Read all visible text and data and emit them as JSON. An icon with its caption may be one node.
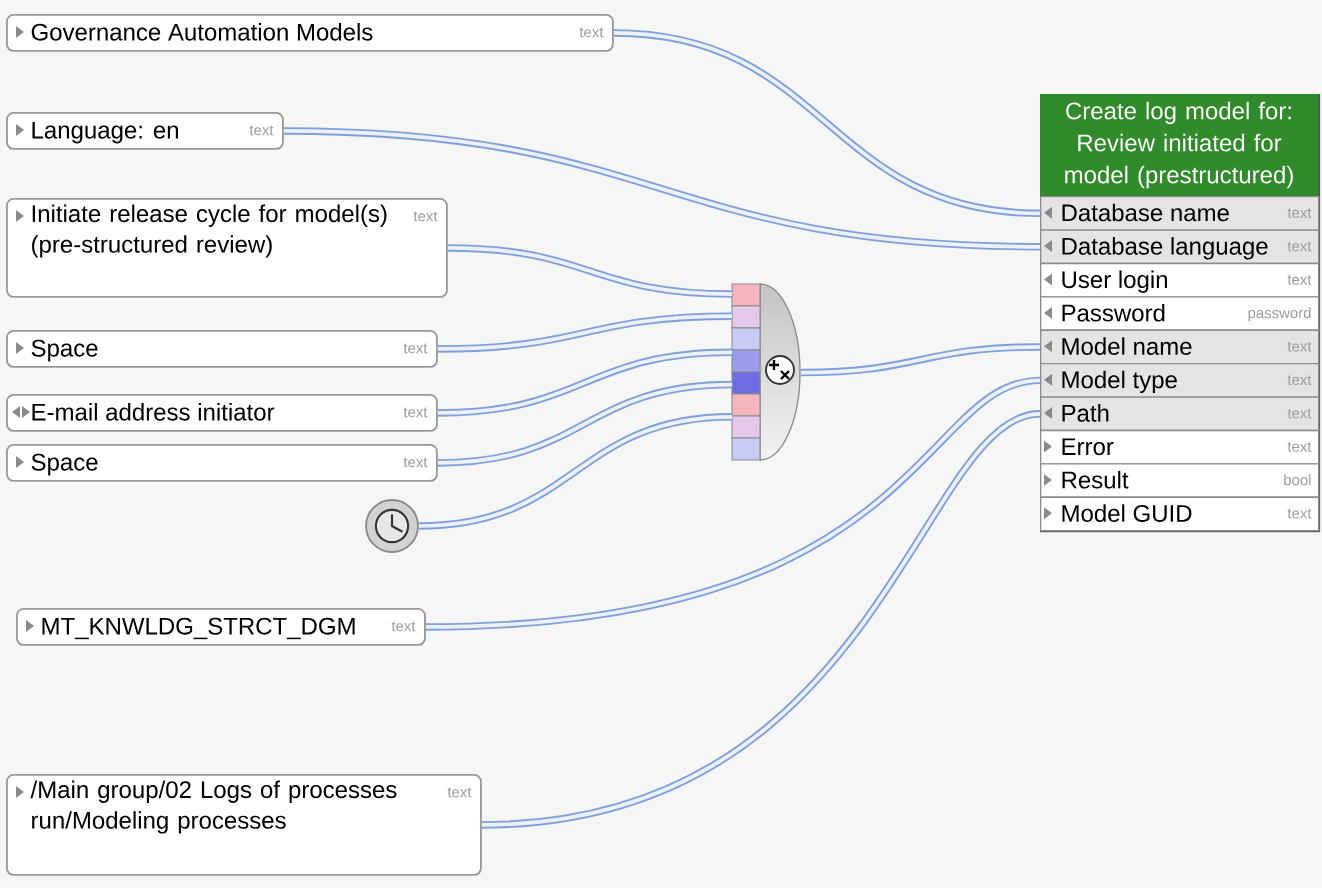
{
  "diagram": {
    "nodes": [
      {
        "text": [
          "Governance Automation Models",
          "text"
        ]
      },
      {
        "text": [
          "Language: en",
          "text"
        ]
      },
      {
        "text": [
          "Initiate release cycle for model(s) (pre-structured review)",
          "text"
        ]
      },
      {
        "text": [
          "Space",
          "text"
        ]
      },
      {
        "text": [
          "E-mail address initiator",
          "text"
        ]
      },
      {
        "text": [
          "Space",
          "text"
        ]
      },
      {
        "text": [],
        "shape": "circle"
      },
      {
        "text": [
          "MT_KNWLDG_STRCT_DGM",
          "text"
        ]
      },
      {
        "text": [
          "/Main group/02 Logs of processes run/Modeling processes",
          "text"
        ]
      },
      {
        "text": [],
        "shape": "semicircle"
      },
      {
        "text": [
          "Create log model for: Review initiated for model (prestructured)"
        ]
      },
      {
        "text": [
          "Database name",
          "text"
        ],
        "in": 10
      },
      {
        "text": [
          "Database language",
          "text"
        ],
        "in": 10
      },
      {
        "text": [
          "User login",
          "text"
        ],
        "in": 10
      },
      {
        "text": [
          "Password",
          "password"
        ],
        "in": 10
      },
      {
        "text": [
          "Model name",
          "text"
        ],
        "in": 10
      },
      {
        "text": [
          "Model type",
          "text"
        ],
        "in": 10
      },
      {
        "text": [
          "Path",
          "text"
        ],
        "in": 10
      },
      {
        "text": [
          "Error",
          "text"
        ],
        "in": 10
      },
      {
        "text": [
          "Result",
          "bool"
        ],
        "in": 10
      },
      {
        "text": [
          "Model GUID",
          "text"
        ],
        "in": 10
      }
    ],
    "edges": [
      {
        "from": 0,
        "to": 11,
        "arrow": "none"
      },
      {
        "from": 1,
        "to": 12,
        "arrow": "none"
      },
      {
        "from": 2,
        "to": 9,
        "arrow": "none"
      },
      {
        "from": 3,
        "to": 9,
        "arrow": "none"
      },
      {
        "from": 4,
        "to": 9,
        "arrow": "none"
      },
      {
        "from": 5,
        "to": 9,
        "arrow": "none"
      },
      {
        "from": 6,
        "to": 9,
        "arrow": "none"
      },
      {
        "from": 9,
        "to": 15,
        "arrow": "none"
      },
      {
        "from": 7,
        "to": 16,
        "arrow": "none"
      },
      {
        "from": 8,
        "to": 17,
        "arrow": "none"
      }
    ]
  }
}
